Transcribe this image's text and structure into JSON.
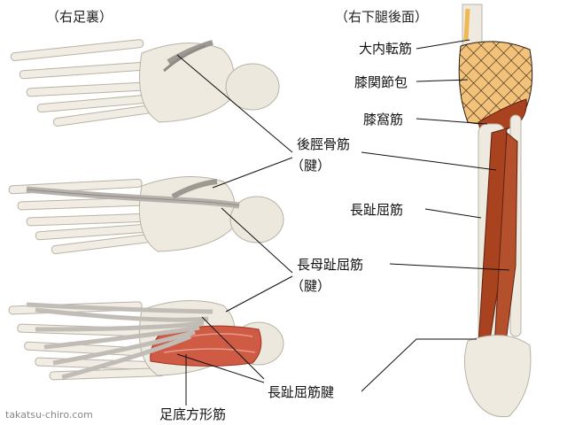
{
  "headings": {
    "left": "（右足裏）",
    "right": "（右下腿後面）"
  },
  "labels": {
    "tibialis_posterior": "後脛骨筋",
    "tibialis_posterior_tendon": "（腱）",
    "flexor_hallucis_longus": "長母趾屈筋",
    "flexor_hallucis_longus_tendon": "（腱）",
    "flexor_digitorum_longus_tendon": "長趾屈筋腱",
    "quadratus_plantae": "足底方形筋",
    "semimembranosus": "大内転筋",
    "knee_capsule": "膝関節包",
    "popliteus": "膝窩筋",
    "flexor_digitorum_longus": "長趾屈筋"
  },
  "credit": "takatsu-chiro.com",
  "colors": {
    "bone": "#f1ede4",
    "bone_shade": "#c9c3b6",
    "tendon": "#bdb7b2",
    "muscle": "#a9421f",
    "muscle_light": "#d96a5a",
    "capsule": "#f2c27a"
  }
}
